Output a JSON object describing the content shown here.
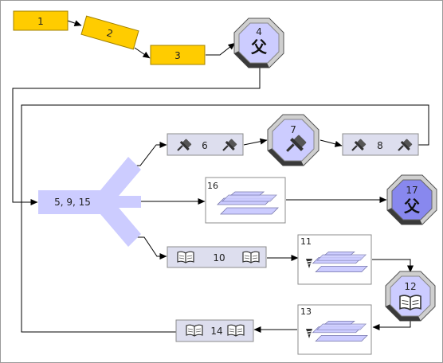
{
  "nodes": {
    "n1": {
      "label": "1"
    },
    "n2": {
      "label": "2"
    },
    "n3": {
      "label": "3"
    },
    "n4": {
      "label": "4",
      "icon": "father-kanji-icon",
      "glyph": "父"
    },
    "n5": {
      "label": "5, 9, 15"
    },
    "n6": {
      "label": "6",
      "icon": "pushpin-icon"
    },
    "n7": {
      "label": "7",
      "icon": "pushpin-icon"
    },
    "n8": {
      "label": "8",
      "icon": "pushpin-icon"
    },
    "n10": {
      "label": "10",
      "icon": "open-book-icon"
    },
    "n11": {
      "label": "11",
      "icon": "stacked-layers-icon"
    },
    "n12": {
      "label": "12",
      "icon": "open-book-icon"
    },
    "n13": {
      "label": "13",
      "icon": "stacked-layers-icon"
    },
    "n14": {
      "label": "14",
      "icon": "open-book-icon"
    },
    "n16": {
      "label": "16",
      "icon": "stacked-layers-icon"
    },
    "n17": {
      "label": "17",
      "icon": "father-kanji-icon",
      "glyph": "父"
    }
  },
  "colors": {
    "task_fill": "#ffcc00",
    "task_stroke": "#a08000",
    "branch_fill": "#ccccff",
    "octagon_fill": "#ccccff",
    "octagon_fill_dark": "#8888ee",
    "octagon_rim": "#d8d8d8",
    "box_fill": "#dddeee",
    "box_stroke": "#8c8c8c",
    "wire": "#000000"
  }
}
